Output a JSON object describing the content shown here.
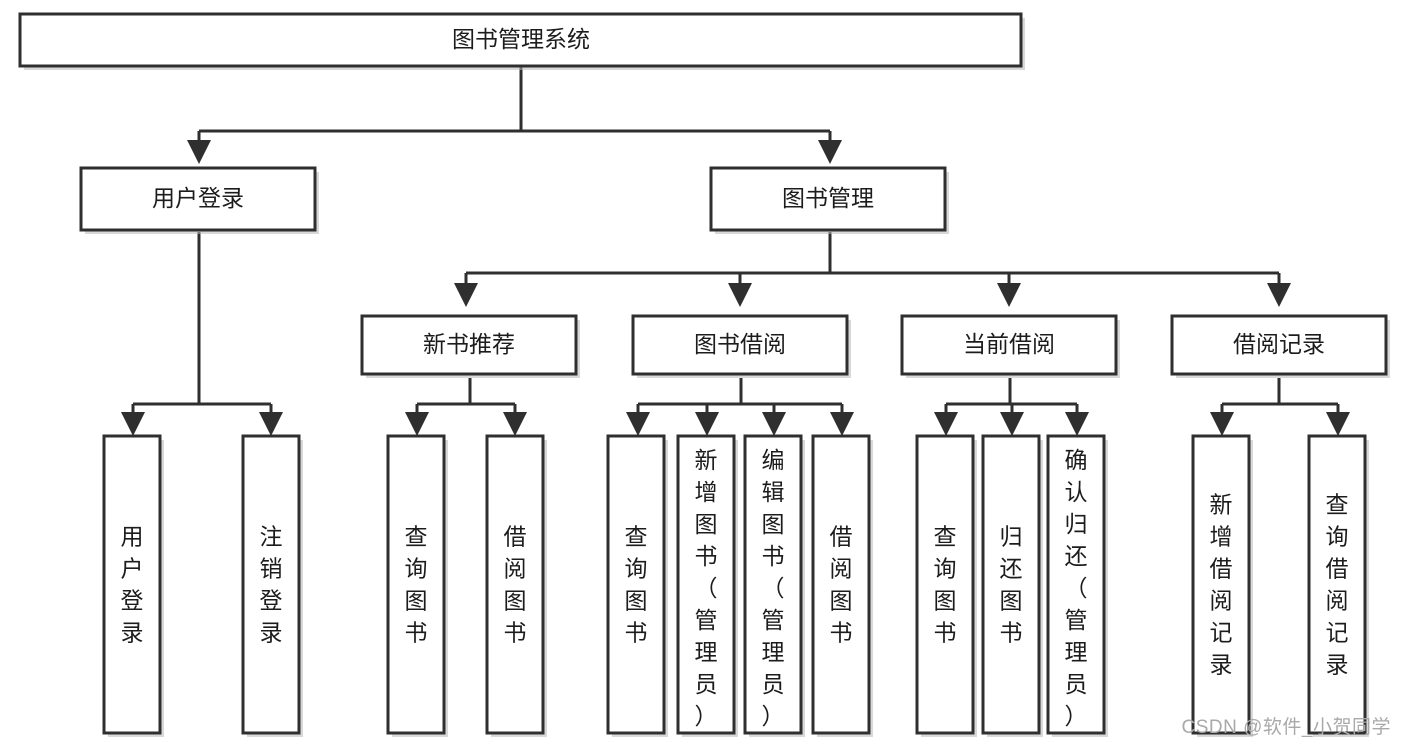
{
  "diagram": {
    "type": "tree-hierarchy",
    "title": "图书管理系统",
    "watermark": "CSDN @软件_小贺同学",
    "colors": {
      "background": "#ffffff",
      "stroke": "#2f2f2f",
      "text": "#1c1c1c",
      "shadow": "#b8b8b8",
      "watermark": "#a9a9a9"
    },
    "levels": [
      {
        "level": 1,
        "nodes": [
          {
            "id": "root",
            "label": "图书管理系统",
            "orientation": "horizontal"
          }
        ]
      },
      {
        "level": 2,
        "nodes": [
          {
            "id": "user-login",
            "label": "用户登录",
            "orientation": "horizontal",
            "parent": "root"
          },
          {
            "id": "book-manage",
            "label": "图书管理",
            "orientation": "horizontal",
            "parent": "root"
          }
        ]
      },
      {
        "level": 3,
        "nodes": [
          {
            "id": "new-book-rec",
            "label": "新书推荐",
            "orientation": "horizontal",
            "parent": "book-manage"
          },
          {
            "id": "book-borrow",
            "label": "图书借阅",
            "orientation": "horizontal",
            "parent": "book-manage"
          },
          {
            "id": "current-borrow",
            "label": "当前借阅",
            "orientation": "horizontal",
            "parent": "book-manage"
          },
          {
            "id": "borrow-record",
            "label": "借阅记录",
            "orientation": "horizontal",
            "parent": "book-manage"
          }
        ]
      },
      {
        "level": 4,
        "nodes": [
          {
            "id": "leaf-user-login",
            "label": "用户登录",
            "orientation": "vertical",
            "parent": "user-login"
          },
          {
            "id": "leaf-logout",
            "label": "注销登录",
            "orientation": "vertical",
            "parent": "user-login"
          },
          {
            "id": "leaf-query-book-1",
            "label": "查询图书",
            "orientation": "vertical",
            "parent": "new-book-rec"
          },
          {
            "id": "leaf-borrow-book-1",
            "label": "借阅图书",
            "orientation": "vertical",
            "parent": "new-book-rec"
          },
          {
            "id": "leaf-query-book-2",
            "label": "查询图书",
            "orientation": "vertical",
            "parent": "book-borrow"
          },
          {
            "id": "leaf-add-book",
            "label": "新增图书（管理员）",
            "orientation": "vertical",
            "parent": "book-borrow"
          },
          {
            "id": "leaf-edit-book",
            "label": "编辑图书（管理员）",
            "orientation": "vertical",
            "parent": "book-borrow"
          },
          {
            "id": "leaf-borrow-book-2",
            "label": "借阅图书",
            "orientation": "vertical",
            "parent": "book-borrow"
          },
          {
            "id": "leaf-query-book-3",
            "label": "查询图书",
            "orientation": "vertical",
            "parent": "current-borrow"
          },
          {
            "id": "leaf-return-book",
            "label": "归还图书",
            "orientation": "vertical",
            "parent": "current-borrow"
          },
          {
            "id": "leaf-confirm-return",
            "label": "确认归还（管理员）",
            "orientation": "vertical",
            "parent": "current-borrow"
          },
          {
            "id": "leaf-add-record",
            "label": "新增借阅记录",
            "orientation": "vertical",
            "parent": "borrow-record"
          },
          {
            "id": "leaf-query-record",
            "label": "查询借阅记录",
            "orientation": "vertical",
            "parent": "borrow-record"
          }
        ]
      }
    ]
  }
}
